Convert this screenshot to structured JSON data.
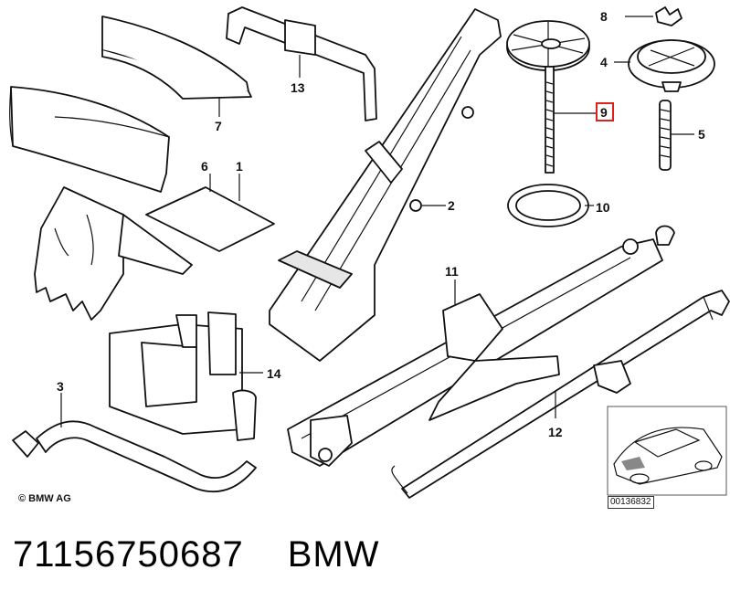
{
  "diagram": {
    "callouts": [
      {
        "id": "c1",
        "label": "1"
      },
      {
        "id": "c2",
        "label": "2"
      },
      {
        "id": "c3",
        "label": "3"
      },
      {
        "id": "c4",
        "label": "4"
      },
      {
        "id": "c5",
        "label": "5"
      },
      {
        "id": "c6",
        "label": "6"
      },
      {
        "id": "c7",
        "label": "7"
      },
      {
        "id": "c8",
        "label": "8"
      },
      {
        "id": "c9",
        "label": "9"
      },
      {
        "id": "c10",
        "label": "10"
      },
      {
        "id": "c11",
        "label": "11"
      },
      {
        "id": "c12",
        "label": "12"
      },
      {
        "id": "c13",
        "label": "13"
      },
      {
        "id": "c14",
        "label": "14"
      }
    ],
    "highlighted_callout": "9",
    "highlight_color": "#e0201b",
    "copyright": "© BMW AG",
    "diagram_code": "00136832"
  },
  "footer": {
    "part_number": "71156750687",
    "brand": "BMW"
  }
}
